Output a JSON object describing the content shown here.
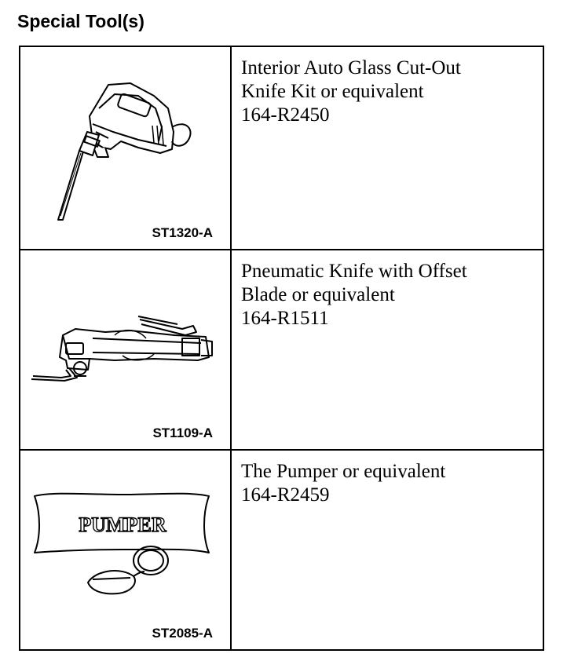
{
  "page": {
    "title": "Special Tool(s)"
  },
  "tools": [
    {
      "code": "ST1320-A",
      "lines": [
        "Interior Auto Glass Cut-Out",
        "Knife Kit or equivalent",
        "164-R2450"
      ],
      "icon": "glass-cutout-knife-icon"
    },
    {
      "code": "ST1109-A",
      "lines": [
        "Pneumatic Knife with Offset",
        "Blade or equivalent",
        "164-R1511"
      ],
      "icon": "pneumatic-knife-icon"
    },
    {
      "code": "ST2085-A",
      "lines": [
        "The Pumper or equivalent",
        "164-R2459"
      ],
      "icon": "pumper-icon",
      "label": "PUMPER"
    }
  ]
}
